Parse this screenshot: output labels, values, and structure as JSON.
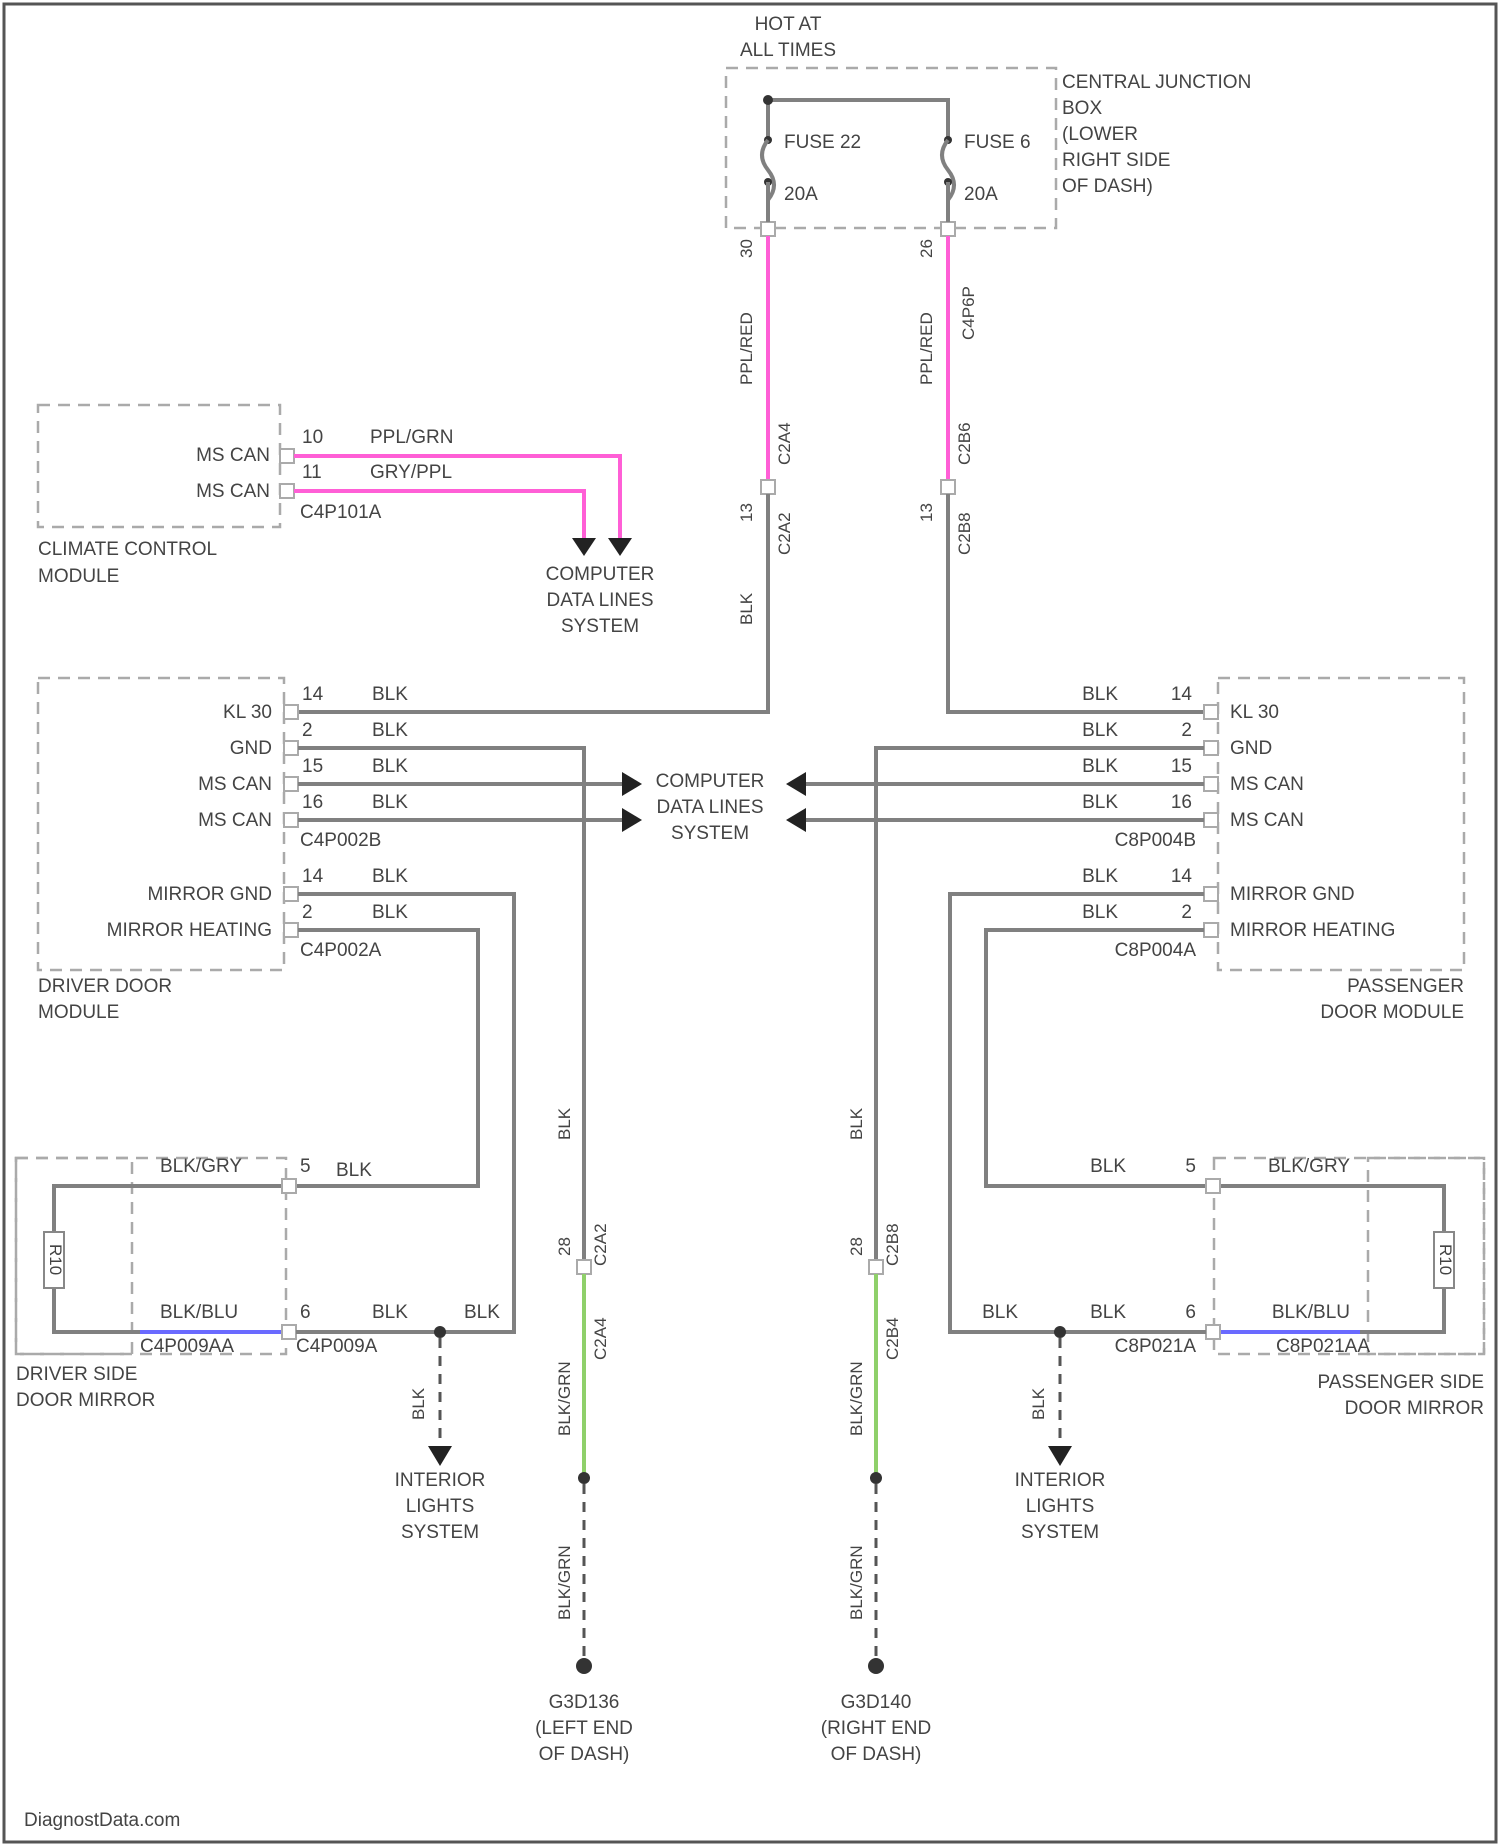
{
  "power": {
    "line1": "HOT AT",
    "line2": "ALL TIMES"
  },
  "cjb": {
    "label_lines": [
      "CENTRAL JUNCTION",
      "BOX",
      "(LOWER",
      "RIGHT SIDE",
      "OF DASH)"
    ],
    "fuse_left": "FUSE 22",
    "fuse_left_amp": "20A",
    "fuse_right": "FUSE 6",
    "fuse_right_amp": "20A",
    "pin_left": "30",
    "pin_right": "26",
    "connector_right": "C4P6P"
  },
  "feeds": {
    "left_color": "PPL/RED",
    "right_color": "PPL/RED",
    "left_upper_conn": "C2A4",
    "right_upper_conn": "C2B6",
    "left_pin": "13",
    "right_pin": "13",
    "left_lower_conn": "C2A2",
    "right_lower_conn": "C2B8",
    "left_lower_color": "BLK"
  },
  "climate": {
    "label_lines": [
      "CLIMATE CONTROL",
      "MODULE"
    ],
    "rows": [
      {
        "name": "MS CAN",
        "pin": "10",
        "color": "PPL/GRN"
      },
      {
        "name": "MS CAN",
        "pin": "11",
        "color": "GRY/PPL"
      }
    ],
    "connector": "C4P101A"
  },
  "cdl": {
    "lines": [
      "COMPUTER",
      "DATA LINES",
      "SYSTEM"
    ]
  },
  "driver_module": {
    "label_lines": [
      "DRIVER DOOR",
      "MODULE"
    ],
    "rows": [
      {
        "name": "KL 30",
        "pin": "14",
        "color": "BLK"
      },
      {
        "name": "GND",
        "pin": "2",
        "color": "BLK"
      },
      {
        "name": "MS CAN",
        "pin": "15",
        "color": "BLK"
      },
      {
        "name": "MS CAN",
        "pin": "16",
        "color": "BLK"
      }
    ],
    "connector1": "C4P002B",
    "rows2": [
      {
        "name": "MIRROR GND",
        "pin": "14",
        "color": "BLK"
      },
      {
        "name": "MIRROR HEATING",
        "pin": "2",
        "color": "BLK"
      }
    ],
    "connector2": "C4P002A"
  },
  "passenger_module": {
    "label_lines": [
      "PASSENGER",
      "DOOR MODULE"
    ],
    "rows": [
      {
        "name": "KL 30",
        "pin": "14",
        "color": "BLK"
      },
      {
        "name": "GND",
        "pin": "2",
        "color": "BLK"
      },
      {
        "name": "MS CAN",
        "pin": "15",
        "color": "BLK"
      },
      {
        "name": "MS CAN",
        "pin": "16",
        "color": "BLK"
      }
    ],
    "connector1": "C8P004B",
    "rows2": [
      {
        "name": "MIRROR GND",
        "pin": "14",
        "color": "BLK"
      },
      {
        "name": "MIRROR HEATING",
        "pin": "2",
        "color": "BLK"
      }
    ],
    "connector2": "C8P004A"
  },
  "driver_mirror": {
    "label_lines": [
      "DRIVER SIDE",
      "DOOR MIRROR"
    ],
    "element": "R10",
    "top_color": "BLK/GRY",
    "top_pin": "5",
    "top_wire": "BLK",
    "bot_color": "BLK/BLU",
    "bot_pin": "6",
    "bot_wire": "BLK",
    "bot_wire2": "BLK",
    "conn_a": "C4P009AA",
    "conn_b": "C4P009A"
  },
  "passenger_mirror": {
    "label_lines": [
      "PASSENGER SIDE",
      "DOOR MIRROR"
    ],
    "element": "R10",
    "top_color": "BLK/GRY",
    "top_pin": "5",
    "top_wire": "BLK",
    "bot_color": "BLK/BLU",
    "bot_pin": "6",
    "bot_wire": "BLK",
    "bot_wire2": "BLK",
    "conn_a": "C8P021A",
    "conn_b": "C8P021AA"
  },
  "interior": {
    "lines": [
      "INTERIOR",
      "LIGHTS",
      "SYSTEM"
    ],
    "wire": "BLK"
  },
  "ground_feeds": {
    "left_color": "BLK",
    "right_color": "BLK",
    "left_pin": "28",
    "right_pin": "28",
    "left_conn_top": "C2A2",
    "right_conn_top": "C2B8",
    "left_conn_bot": "C2A4",
    "right_conn_bot": "C2B4",
    "green_color": "BLK/GRN"
  },
  "ground_left": {
    "lines": [
      "G3D136",
      "(LEFT END",
      "OF DASH)"
    ]
  },
  "ground_right": {
    "lines": [
      "G3D140",
      "(RIGHT END",
      "OF DASH)"
    ]
  },
  "footer": {
    "watermark": "DiagnostData.com"
  }
}
